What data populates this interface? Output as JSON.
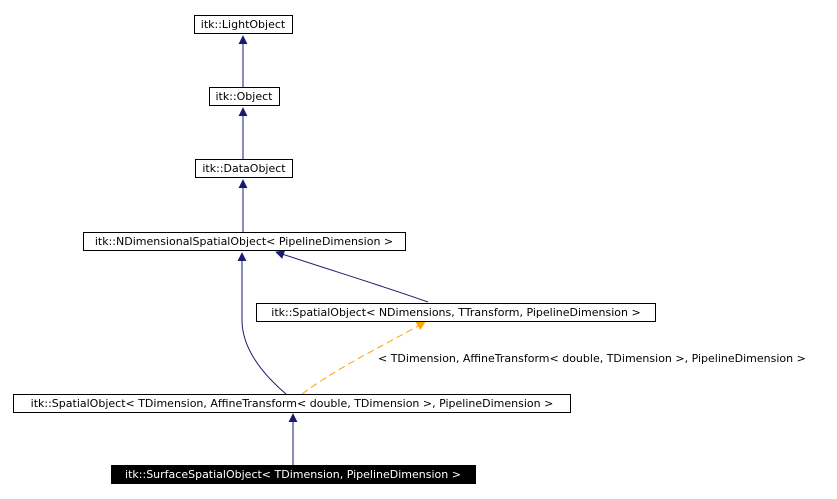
{
  "diagram": {
    "nodes": [
      {
        "id": "light_object",
        "label": "itk::LightObject"
      },
      {
        "id": "object",
        "label": "itk::Object"
      },
      {
        "id": "data_object",
        "label": "itk::DataObject"
      },
      {
        "id": "ndim_spatial_object",
        "label": "itk::NDimensionalSpatialObject< PipelineDimension >"
      },
      {
        "id": "spatial_object_template",
        "label": "itk::SpatialObject< NDimensions, TTransform, PipelineDimension >"
      },
      {
        "id": "spatial_object_affine",
        "label": "itk::SpatialObject< TDimension, AffineTransform< double, TDimension >, PipelineDimension >"
      },
      {
        "id": "surface_spatial_object",
        "label": "itk::SurfaceSpatialObject< TDimension, PipelineDimension >"
      }
    ],
    "template_edge_label": "< TDimension, AffineTransform< double, TDimension >, PipelineDimension >",
    "colors": {
      "inheritance": "#1a1a6e",
      "template_instantiation": "#ffa500",
      "node_border": "#000000",
      "current_fill": "#000000",
      "current_text": "#ffffff"
    }
  }
}
